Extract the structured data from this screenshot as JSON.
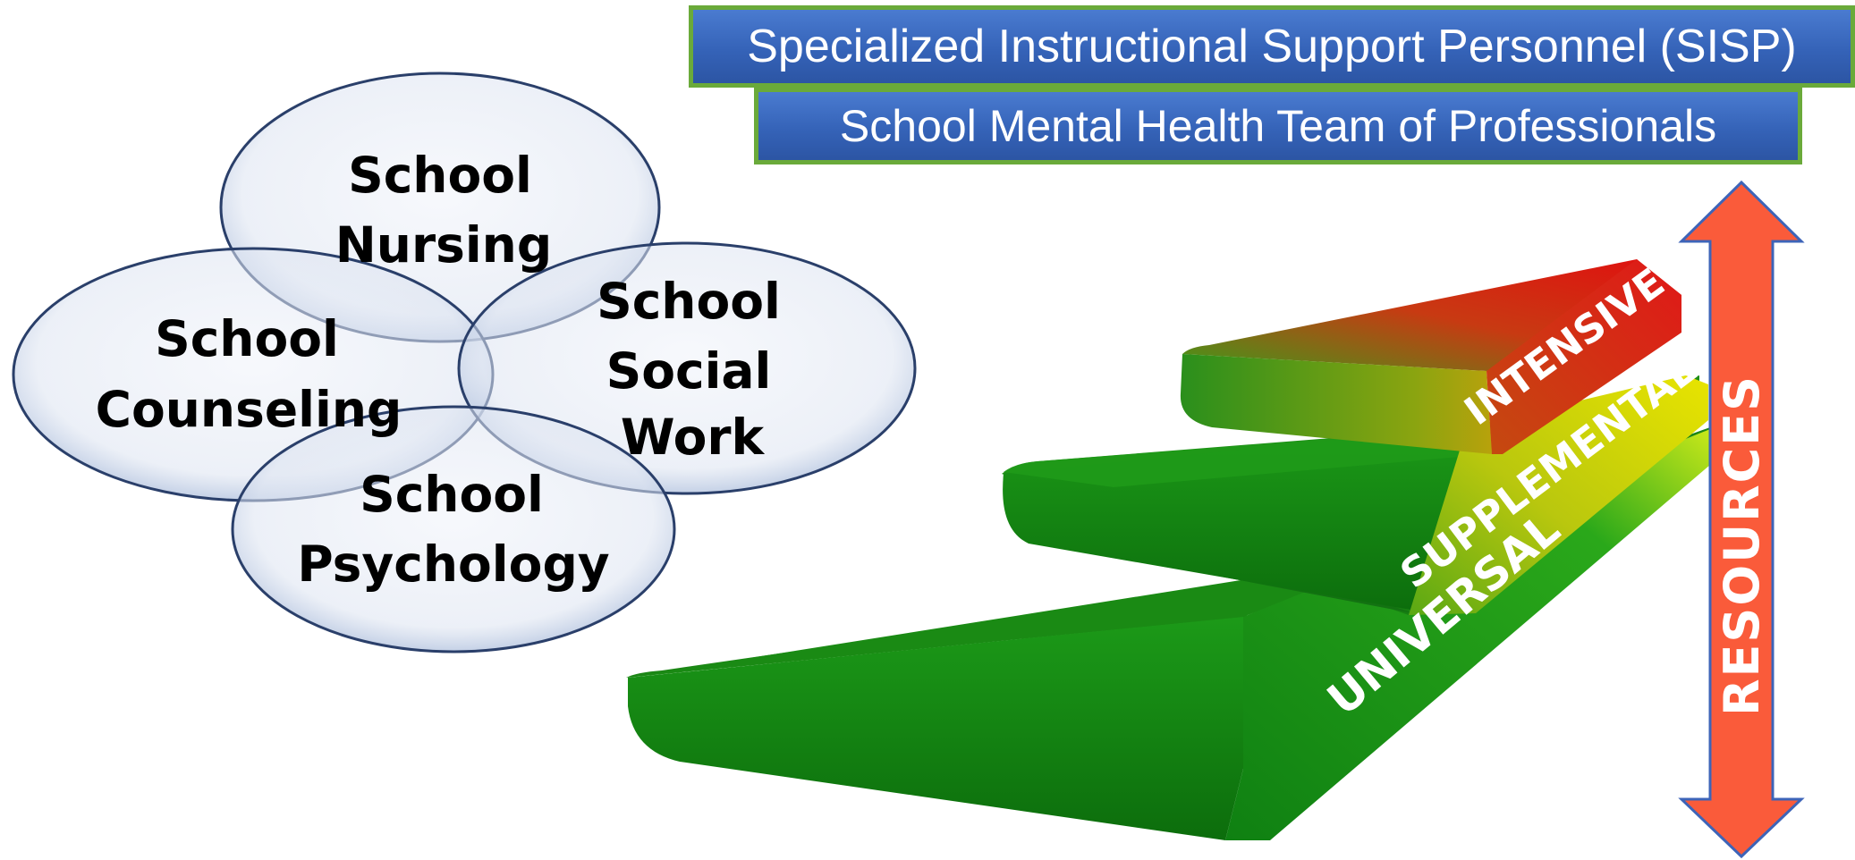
{
  "banners": {
    "sisp": "Specialized Instructional Support Personnel (SISP)",
    "team": "School Mental Health Team of Professionals"
  },
  "disciplines": {
    "nursing": {
      "line1": "School",
      "line2": "Nursing"
    },
    "counseling": {
      "line1": "School",
      "line2": "Counseling"
    },
    "social_work": {
      "line1": "School",
      "line2": "Social",
      "line3": "Work"
    },
    "psychology": {
      "line1": "School",
      "line2": "Psychology"
    }
  },
  "tiers": {
    "universal": "UNIVERSAL",
    "supplemental": "SUPPLEMENTAL",
    "intensive": "INTENSIVE"
  },
  "resources_label": "RESOURCES",
  "colors": {
    "banner_fill": "#3563b8",
    "banner_border": "#6aaa3a",
    "ellipse_fill": "#e6ebf5",
    "ellipse_stroke": "#2a3f6a",
    "step_green": "#139013",
    "step_yellow": "#c8d400",
    "step_red": "#d81a10",
    "arrow_fill": "#fa5b3a",
    "arrow_stroke": "#3d64b8"
  }
}
